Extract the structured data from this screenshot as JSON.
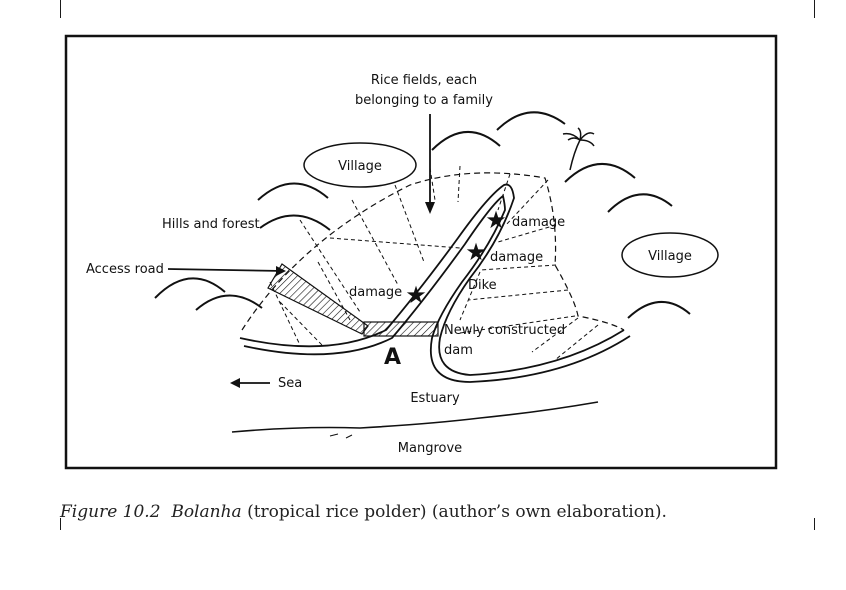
{
  "diagram": {
    "rice_fields_label": [
      "Rice fields, each",
      "belonging to a family"
    ],
    "village_left": "Village",
    "village_right": "Village",
    "hills_forest": "Hills and forest",
    "access_road": "Access road",
    "damage_labels": [
      "damage",
      "damage",
      "damage"
    ],
    "dike": "Dike",
    "newly_constructed_dam": [
      "Newly constructed",
      "dam"
    ],
    "point_a": "A",
    "sea": "Sea",
    "estuary": "Estuary",
    "mangrove": "Mangrove"
  },
  "caption": {
    "figure_number": "Figure 10.2",
    "title_italic": "Bolanha",
    "rest": " (tropical rice polder) (author’s own elaboration)."
  }
}
